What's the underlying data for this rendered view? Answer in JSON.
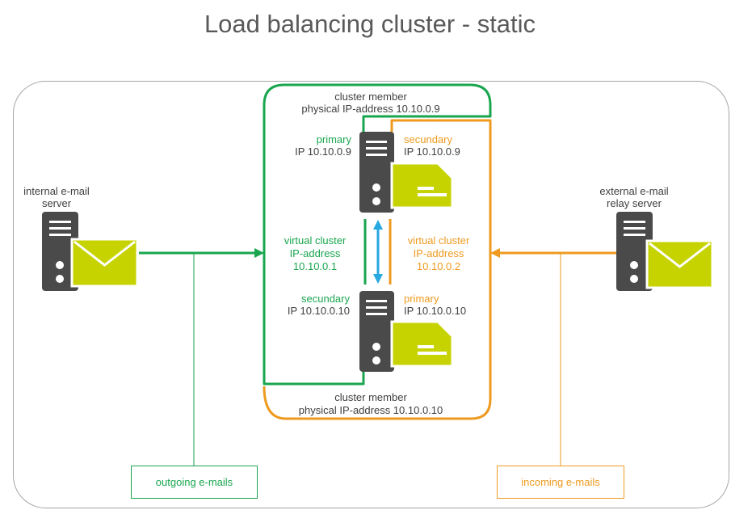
{
  "title": "Load balancing cluster - static",
  "colors": {
    "title_text": "#595959",
    "label_text": "#404040",
    "frame_gray": "#a6a6a6",
    "outgoing_green": "#1aa64f",
    "incoming_orange": "#ee9a1f",
    "sync_blue": "#27a8e0",
    "server_gray": "#4a4a4a",
    "mail_green": "#c6d300"
  },
  "internal_server": {
    "label_line1": "internal e-mail",
    "label_line2": "server",
    "icon": "server-icon",
    "badge_icon": "envelope-icon"
  },
  "external_server": {
    "label_line1": "external e-mail",
    "label_line2": "relay server",
    "icon": "server-icon",
    "badge_icon": "envelope-icon"
  },
  "cluster": {
    "member_1": {
      "label_line1": "cluster member",
      "label_line2": "physical IP-address 10.10.0.9",
      "green_role": "primary",
      "green_ip": "IP 10.10.0.9",
      "orange_role": "secundary",
      "orange_ip": "IP 10.10.0.9",
      "icon": "server-icon",
      "badge_icon": "document-icon"
    },
    "virtual_ip_green": {
      "line1": "virtual cluster",
      "line2": "IP-address",
      "line3": "10.10.0.1"
    },
    "virtual_ip_orange": {
      "line1": "virtual cluster",
      "line2": "IP-address",
      "line3": "10.10.0.2"
    },
    "sync_icon": "double-arrow-icon",
    "member_2": {
      "label_line1": "cluster member",
      "label_line2": "physical IP-address 10.10.0.10",
      "green_role": "secundary",
      "green_ip": "IP 10.10.0.10",
      "orange_role": "primary",
      "orange_ip": "IP 10.10.0.10",
      "icon": "server-icon",
      "badge_icon": "document-icon"
    }
  },
  "legend": {
    "outgoing": "outgoing e-mails",
    "incoming": "incoming e-mails"
  }
}
